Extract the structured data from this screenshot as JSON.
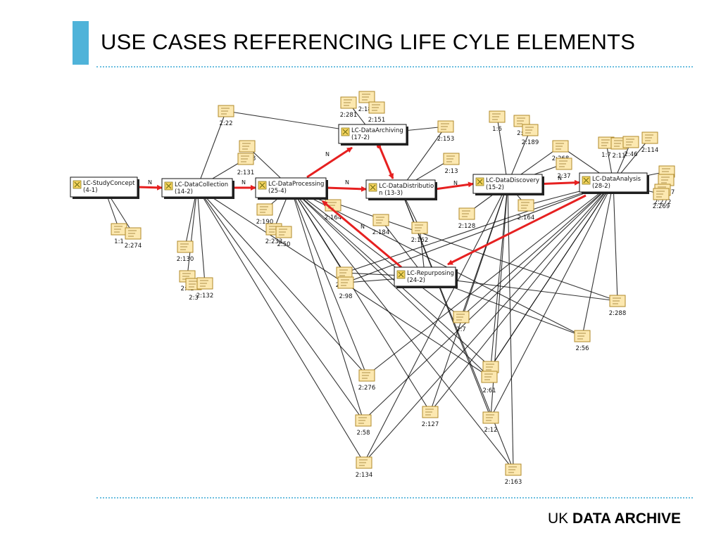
{
  "slide": {
    "title": "USE CASES REFERENCING LIFE CYLE ELEMENTS",
    "footer_prefix": "UK",
    "footer_bold": "DATA ARCHIVE"
  },
  "colors": {
    "accent": "#4fb3d9",
    "flow_arrow": "#e62020",
    "link": "#111111",
    "node_fill": "#fce8b0",
    "node_border": "#b08a2a"
  },
  "lifecycle_nodes": [
    {
      "id": "study",
      "label": "LC-StudyConcept",
      "count": "(4-1)"
    },
    {
      "id": "collection",
      "label": "LC-DataCollection",
      "count": "(14-2)"
    },
    {
      "id": "processing",
      "label": "LC-DataProcessing",
      "count": "(25-4)"
    },
    {
      "id": "archiving",
      "label": "LC-DataArchiving",
      "count": "(17-2)"
    },
    {
      "id": "distribution",
      "label": "LC-DataDistributio",
      "count": "n (13-3)"
    },
    {
      "id": "discovery",
      "label": "LC-DataDiscovery",
      "count": "(15-2)"
    },
    {
      "id": "analysis",
      "label": "LC-DataAnalysis",
      "count": "(28-2)"
    },
    {
      "id": "repurposing",
      "label": "LC-Repurposing",
      "count": "(24-2)"
    }
  ],
  "flows": [
    {
      "from": "study",
      "to": "collection",
      "label": "N"
    },
    {
      "from": "collection",
      "to": "processing",
      "label": "N"
    },
    {
      "from": "processing",
      "to": "archiving",
      "label": "N"
    },
    {
      "from": "processing",
      "to": "distribution",
      "label": "N"
    },
    {
      "from": "archiving",
      "to": "distribution",
      "label": ""
    },
    {
      "from": "distribution",
      "to": "discovery",
      "label": "N"
    },
    {
      "from": "discovery",
      "to": "analysis",
      "label": "N"
    },
    {
      "from": "analysis",
      "to": "repurposing",
      "label": ""
    },
    {
      "from": "repurposing",
      "to": "processing",
      "label": "N"
    }
  ],
  "quotations": [
    {
      "id": "2:22"
    },
    {
      "id": "2:138"
    },
    {
      "id": "2:131"
    },
    {
      "id": "2:281"
    },
    {
      "id": "2:185"
    },
    {
      "id": "2:151"
    },
    {
      "id": "2:153"
    },
    {
      "id": "2:13"
    },
    {
      "id": "1:6"
    },
    {
      "id": "2:5"
    },
    {
      "id": "2:189"
    },
    {
      "id": "2:268"
    },
    {
      "id": "2:37"
    },
    {
      "id": "1:7"
    },
    {
      "id": "2:11"
    },
    {
      "id": "2:46"
    },
    {
      "id": "2:114"
    },
    {
      "id": "2:5"
    },
    {
      "id": "2:277"
    },
    {
      "id": "2:272"
    },
    {
      "id": "2:269"
    },
    {
      "id": "1:1"
    },
    {
      "id": "2:274"
    },
    {
      "id": "2:130"
    },
    {
      "id": "2:42"
    },
    {
      "id": "2:3"
    },
    {
      "id": "2:132"
    },
    {
      "id": "2:190"
    },
    {
      "id": "2:233"
    },
    {
      "id": "2:50"
    },
    {
      "id": "2:164"
    },
    {
      "id": "2:184"
    },
    {
      "id": "2:162"
    },
    {
      "id": "2:128"
    },
    {
      "id": "2:164"
    },
    {
      "id": "2:171"
    },
    {
      "id": "2:98"
    },
    {
      "id": "2:7"
    },
    {
      "id": "2:288"
    },
    {
      "id": "2:56"
    },
    {
      "id": "2:276"
    },
    {
      "id": "2:62"
    },
    {
      "id": "2:61"
    },
    {
      "id": "2:58"
    },
    {
      "id": "2:127"
    },
    {
      "id": "2:12"
    },
    {
      "id": "2:134"
    },
    {
      "id": "2:163"
    }
  ]
}
